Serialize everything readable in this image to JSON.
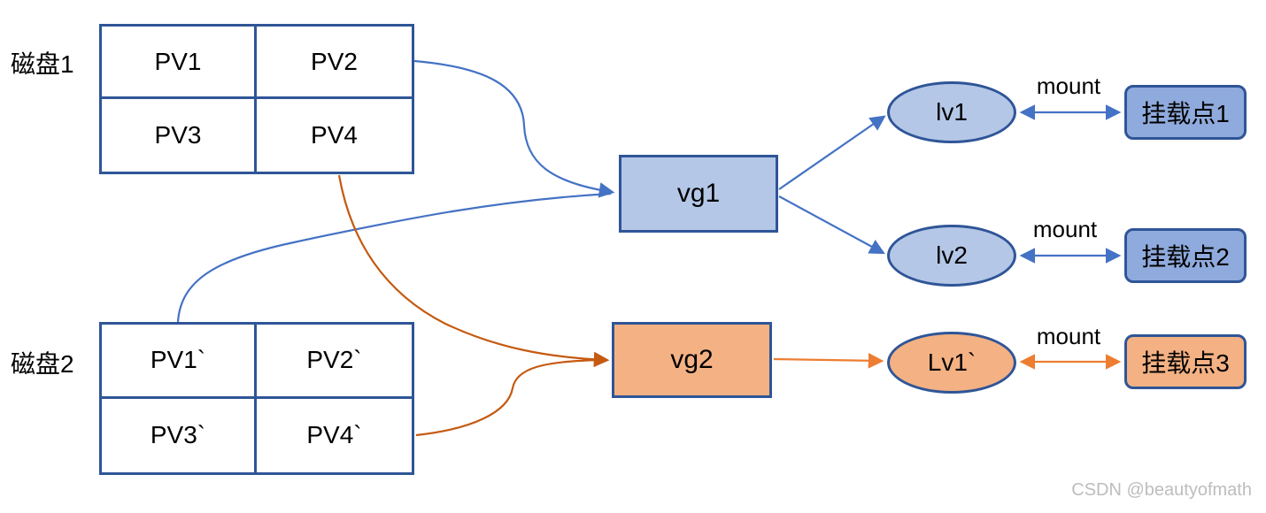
{
  "colors": {
    "blue_fill": "#B4C7E7",
    "blue_mid_fill": "#8FAADC",
    "orange_fill": "#F4B183",
    "node_border": "#2F5597",
    "blue_line": "#4472C4",
    "orange_line_dark": "#C55A11",
    "orange_line": "#ED7D31",
    "text": "#000000",
    "watermark": "#BDBDBD",
    "bg": "#FFFFFF"
  },
  "disks": [
    {
      "label": "磁盘1",
      "cells": [
        "PV1",
        "PV2",
        "PV3",
        "PV4"
      ]
    },
    {
      "label": "磁盘2",
      "cells": [
        "PV1`",
        "PV2`",
        "PV3`",
        "PV4`"
      ]
    }
  ],
  "volume_groups": [
    {
      "label": "vg1"
    },
    {
      "label": "vg2"
    }
  ],
  "logical_volumes": [
    {
      "label": "lv1"
    },
    {
      "label": "lv2"
    },
    {
      "label": "Lv1`"
    }
  ],
  "mount_points": [
    {
      "label": "挂载点1"
    },
    {
      "label": "挂载点2"
    },
    {
      "label": "挂载点3"
    }
  ],
  "mount_arrow_label": "mount",
  "watermark": "CSDN @beautyofmath"
}
